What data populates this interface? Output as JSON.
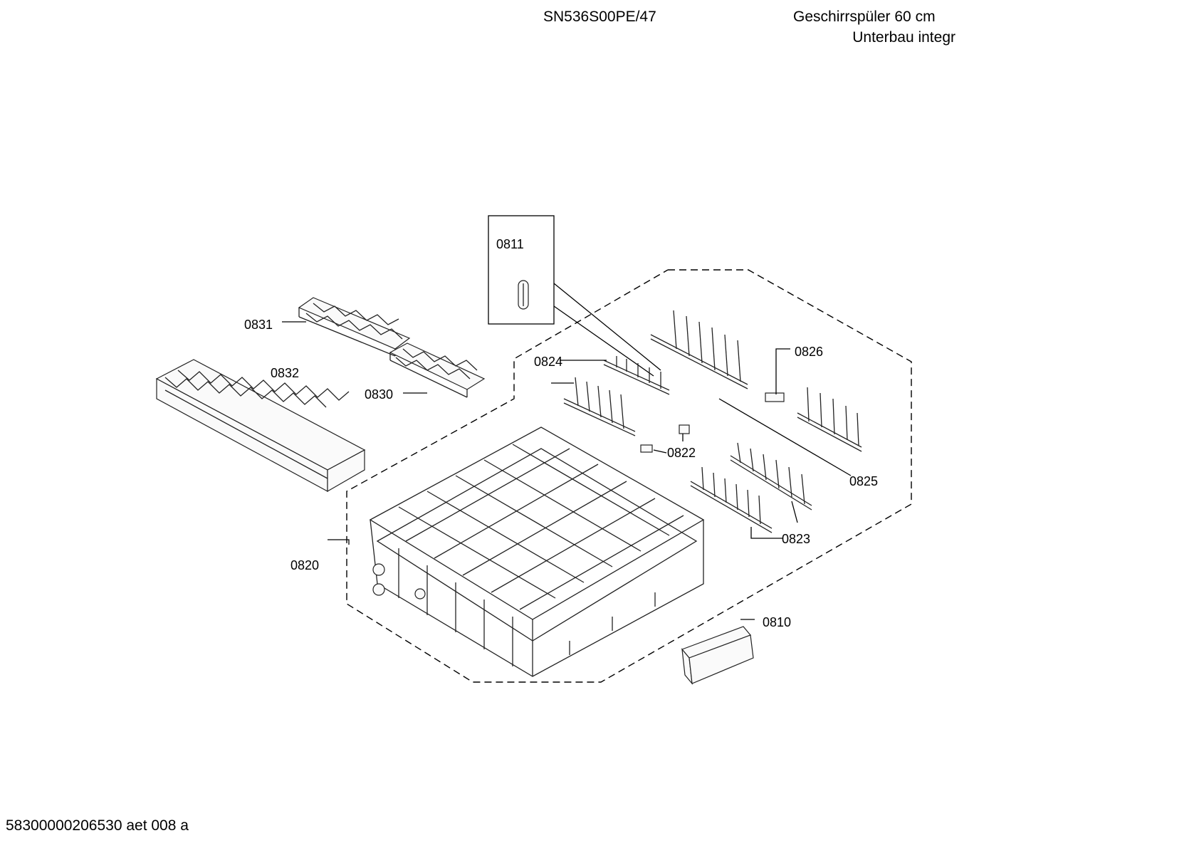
{
  "header": {
    "model": "SN536S00PE/47",
    "description_line1": "Geschirrspüler 60 cm",
    "description_line2": "Unterbau integr"
  },
  "footer": {
    "document_code": "58300000206530 aet 008 a"
  },
  "parts": [
    {
      "id": "p0811",
      "label": "0811"
    },
    {
      "id": "p0831",
      "label": "0831"
    },
    {
      "id": "p0832",
      "label": "0832"
    },
    {
      "id": "p0830",
      "label": "0830"
    },
    {
      "id": "p0824",
      "label": "0824"
    },
    {
      "id": "p0826",
      "label": "0826"
    },
    {
      "id": "p0822",
      "label": "0822"
    },
    {
      "id": "p0825",
      "label": "0825"
    },
    {
      "id": "p0823",
      "label": "0823"
    },
    {
      "id": "p0820",
      "label": "0820"
    },
    {
      "id": "p0810",
      "label": "0810"
    }
  ]
}
